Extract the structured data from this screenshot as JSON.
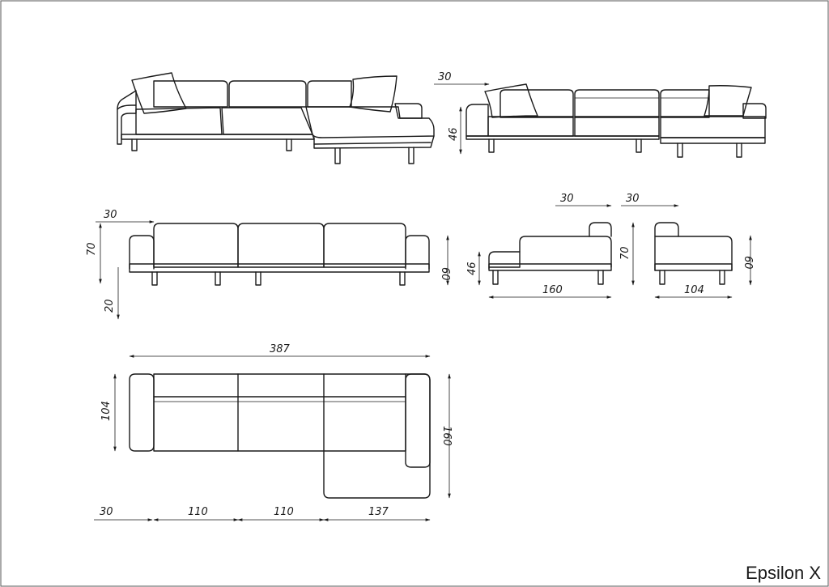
{
  "brand": {
    "name": "Epsilon X"
  },
  "views": {
    "front": {
      "depth_offset": "30",
      "overall_height": "70",
      "leg_height": "20",
      "seat_height_right": "60"
    },
    "chaise_side": {
      "back_offset": "30",
      "seat_height": "46",
      "height": "70",
      "length": "160"
    },
    "arm_side": {
      "back_offset": "30",
      "height": "60",
      "depth": "104"
    },
    "perspective_right": {
      "back_offset": "30",
      "seat_height": "46"
    },
    "plan": {
      "overall_width": "387",
      "depth": "104",
      "chaise_length": "160",
      "segments": [
        "30",
        "110",
        "110",
        "137"
      ]
    }
  }
}
